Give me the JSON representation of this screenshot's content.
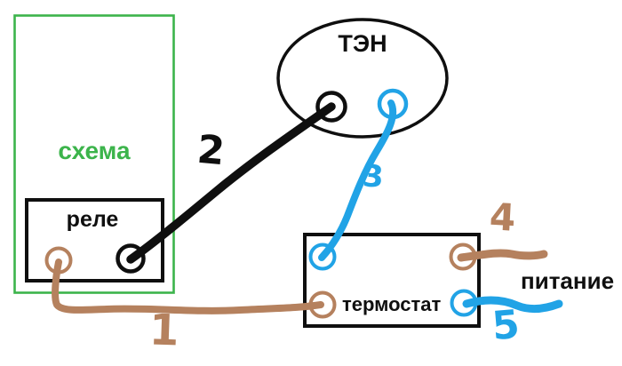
{
  "colors": {
    "background": "#ffffff",
    "black": "#0f0f0f",
    "green": "#3cb44b",
    "blue": "#21a3e6",
    "brown": "#b5815e"
  },
  "diagram": {
    "type": "wiring-diagram",
    "blocks": {
      "scheme": {
        "label": "схема",
        "outline_color": "#3cb44b"
      },
      "relay": {
        "label": "реле",
        "terminal_colors": [
          "brown",
          "black"
        ]
      },
      "heater": {
        "label": "ТЭН",
        "terminal_colors": [
          "black",
          "blue"
        ]
      },
      "thermostat": {
        "label": "термостат",
        "terminal_colors": [
          "blue",
          "brown",
          "brown",
          "blue"
        ]
      }
    },
    "power_label": "питание",
    "wires": [
      {
        "label": "1",
        "color": "brown",
        "from": "relay-left-terminal",
        "to": "thermostat-bottom-left-terminal"
      },
      {
        "label": "2",
        "color": "black",
        "from": "relay-right-terminal",
        "to": "heater-left-terminal"
      },
      {
        "label": "3",
        "color": "blue",
        "from": "heater-right-terminal",
        "to": "thermostat-top-left-terminal"
      },
      {
        "label": "4",
        "color": "brown",
        "from": "thermostat-top-right-terminal",
        "to": "power"
      },
      {
        "label": "5",
        "color": "blue",
        "from": "thermostat-bottom-right-terminal",
        "to": "power"
      }
    ]
  }
}
